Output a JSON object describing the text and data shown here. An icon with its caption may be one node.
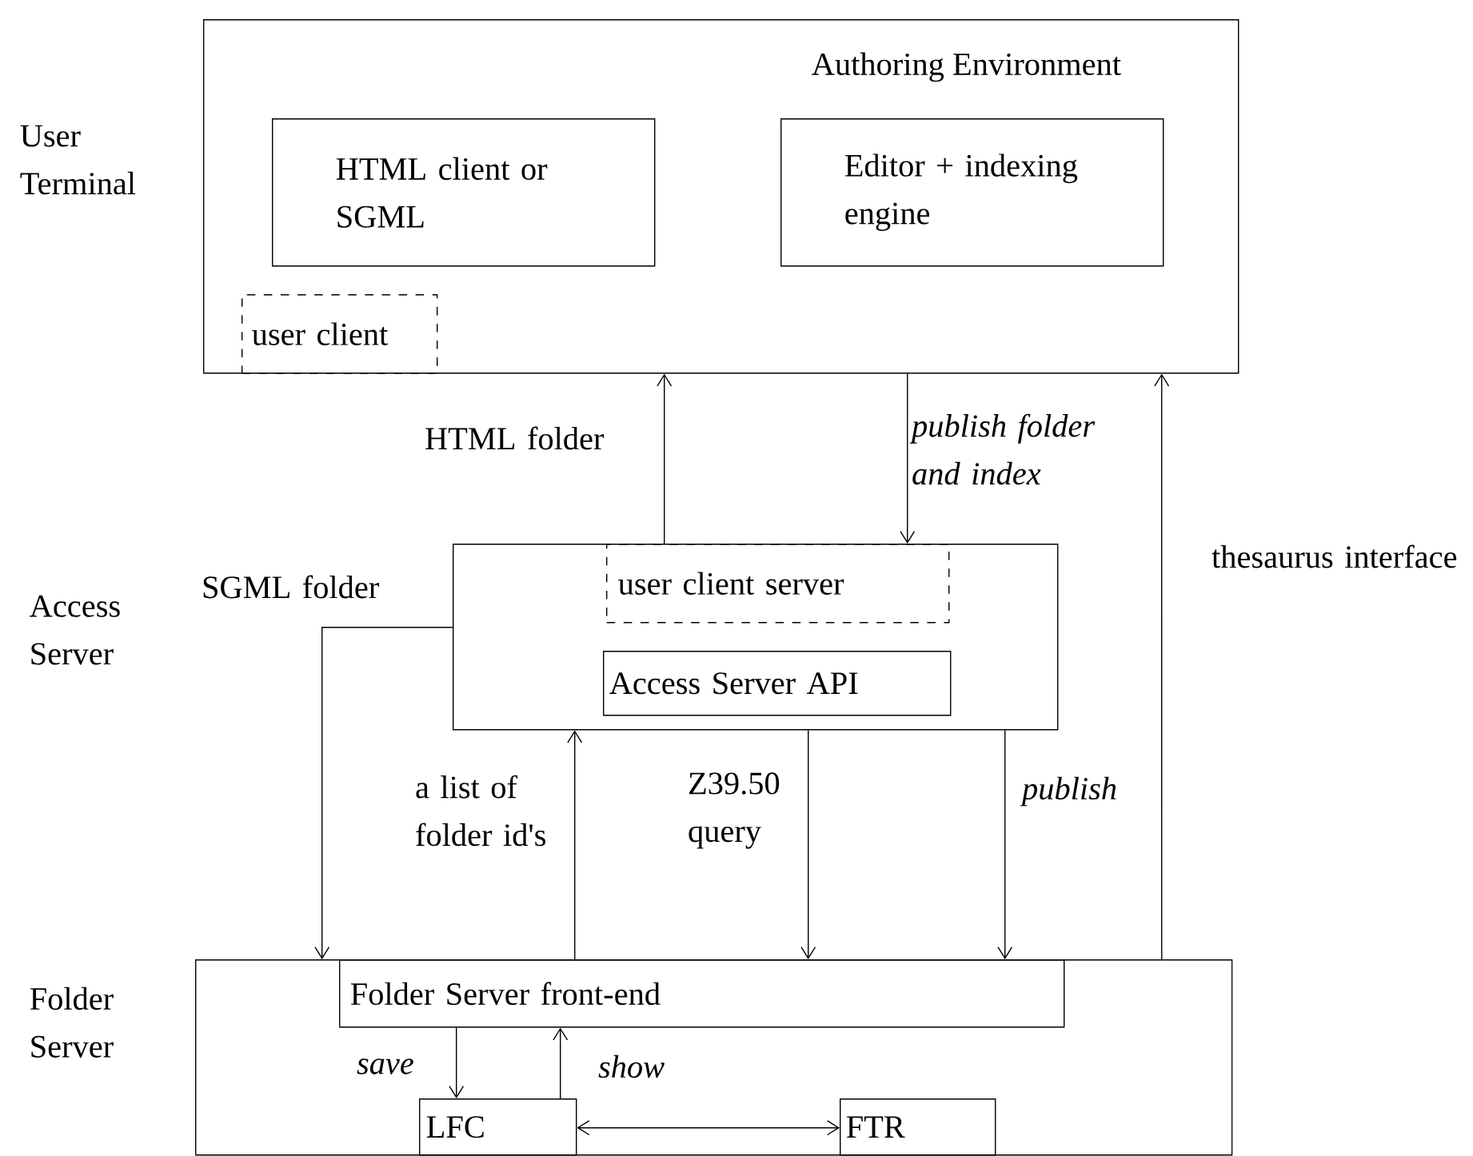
{
  "diagram": {
    "nodes": [
      {
        "text": [
          "Authoring Environment"
        ]
      },
      {
        "text": [
          "HTML client or SGML"
        ],
        "in": 0
      },
      {
        "text": [
          "Editor + indexing engine"
        ],
        "in": 0
      },
      {
        "text": [
          "user client"
        ],
        "in": 0
      },
      {
        "text": [],
        "shape": "box"
      },
      {
        "text": [
          "user client server"
        ],
        "in": 4
      },
      {
        "text": [
          "Access Server API"
        ],
        "in": 4
      },
      {
        "text": [],
        "shape": "box"
      },
      {
        "text": [
          "Folder Server front-end"
        ],
        "in": 7
      },
      {
        "text": [
          "LFC"
        ],
        "in": 7
      },
      {
        "text": [
          "FTR"
        ],
        "in": 7
      }
    ],
    "edges": [
      {
        "from": 4,
        "to": 0,
        "arrow": "to",
        "label": "HTML folder"
      },
      {
        "from": 0,
        "to": 5,
        "arrow": "to",
        "label": "publish folder and index"
      },
      {
        "from": 4,
        "to": 7,
        "arrow": "to",
        "label": "SGML folder"
      },
      {
        "from": 8,
        "to": 4,
        "arrow": "to",
        "label": "a list of folder id's"
      },
      {
        "from": 4,
        "to": 8,
        "arrow": "to",
        "label": "Z39.50 query"
      },
      {
        "from": 4,
        "to": 8,
        "arrow": "to",
        "label": "publish"
      },
      {
        "from": 7,
        "to": 0,
        "arrow": "to",
        "label": "thesaurus interface"
      },
      {
        "from": 8,
        "to": 9,
        "arrow": "to",
        "label": "save"
      },
      {
        "from": 9,
        "to": 8,
        "arrow": "to",
        "label": "show"
      },
      {
        "from": 9,
        "to": 10,
        "arrow": "both"
      }
    ],
    "labels": [
      "User Terminal",
      "Access Server",
      "Folder Server"
    ]
  }
}
